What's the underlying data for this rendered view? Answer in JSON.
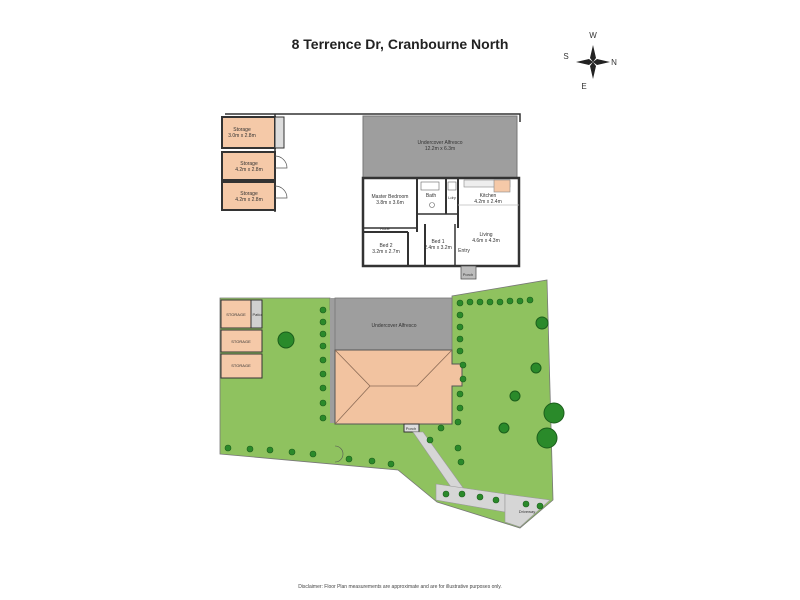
{
  "title": "8 Terrence Dr, Cranbourne North",
  "compass": {
    "w": "W",
    "s": "S",
    "n": "N",
    "e": "E"
  },
  "floorplan": {
    "storage1": {
      "name": "Storage",
      "dims": "3.0m x 2.8m"
    },
    "storage2": {
      "name": "Storage",
      "dims": "4.2m x 2.8m"
    },
    "storage3": {
      "name": "Storage",
      "dims": "4.2m x 2.8m"
    },
    "alfresco": {
      "name": "Undercover Alfresco",
      "dims": "12.2m x 6.3m"
    },
    "master": {
      "name": "Master Bedroom",
      "dims": "3.8m x 3.6m"
    },
    "bath": {
      "name": "Bath"
    },
    "laundry": {
      "name": "Ldry"
    },
    "kitchen": {
      "name": "Kitchen",
      "dims": "4.2m x 2.4m"
    },
    "living": {
      "name": "Living",
      "dims": "4.6m x 4.3m"
    },
    "robe": {
      "name": "Robe"
    },
    "bed2": {
      "name": "Bed 2",
      "dims": "3.2m x 2.7m"
    },
    "bed1": {
      "name": "Bed 1",
      "dims": "2.4m x 3.2m"
    },
    "entry": {
      "name": "Entry"
    },
    "porch": {
      "name": "Porch"
    }
  },
  "siteplan": {
    "storage1": "STORAGE",
    "patio": "Patio",
    "storage2": "STORAGE",
    "storage3": "STORAGE",
    "alfresco": "Undercover Alfresco",
    "porch": "Porch",
    "driveway": "Driveway"
  },
  "disclaimer": "Disclaimer: Floor Plan measurements are approximate and are for illustrative purposes only.",
  "colors": {
    "storage": "#f5c9a8",
    "alfresco": "#9e9e9e",
    "lawn": "#8fc25f",
    "roof": "#f2c3a0",
    "tree": "#2a8a2a",
    "wall": "#333333"
  }
}
